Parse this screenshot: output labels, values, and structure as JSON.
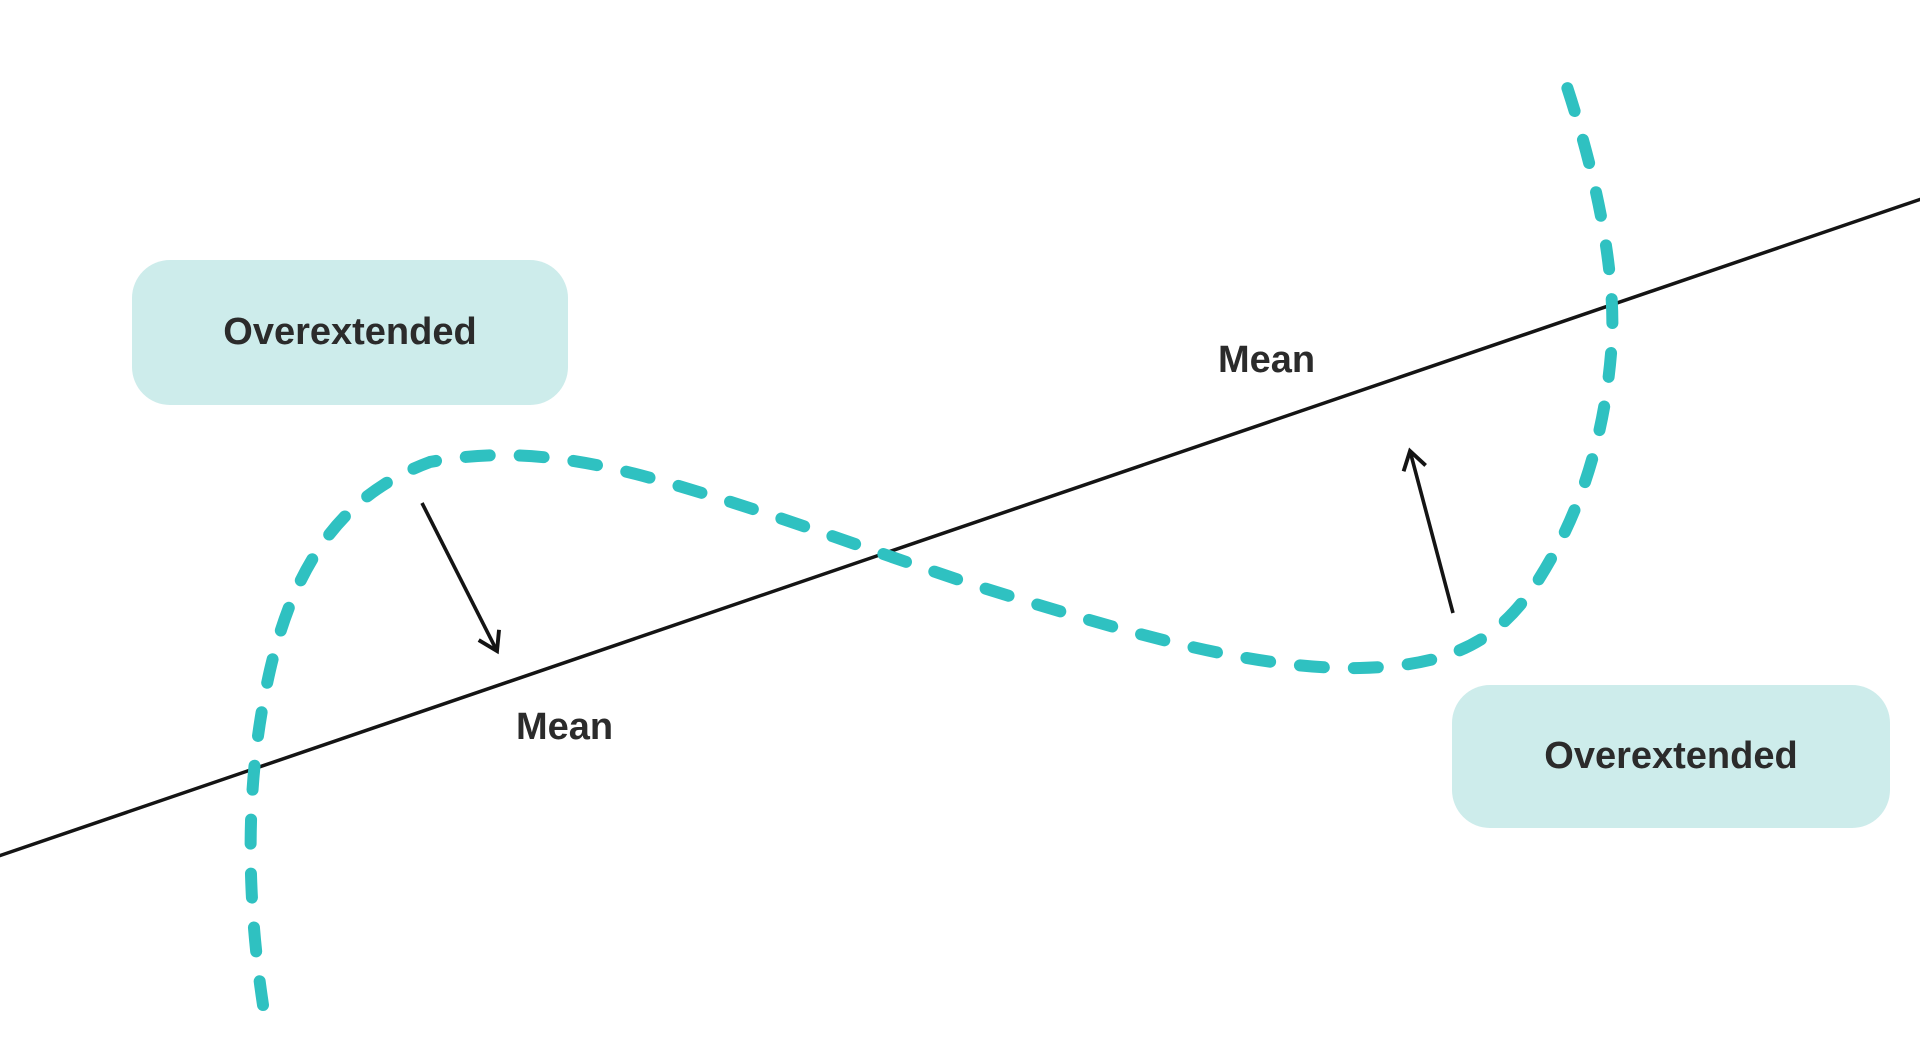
{
  "diagram": {
    "badge_top_left": {
      "label": "Overextended"
    },
    "badge_bottom_right": {
      "label": "Overextended"
    },
    "mean_label_top": {
      "text": "Mean"
    },
    "mean_label_bottom": {
      "text": "Mean"
    },
    "colors": {
      "curve": "#2fc1c1",
      "badge_bg": "#cdeceb",
      "line": "#141414",
      "text": "#2b2b2b",
      "background": "#ffffff"
    }
  }
}
